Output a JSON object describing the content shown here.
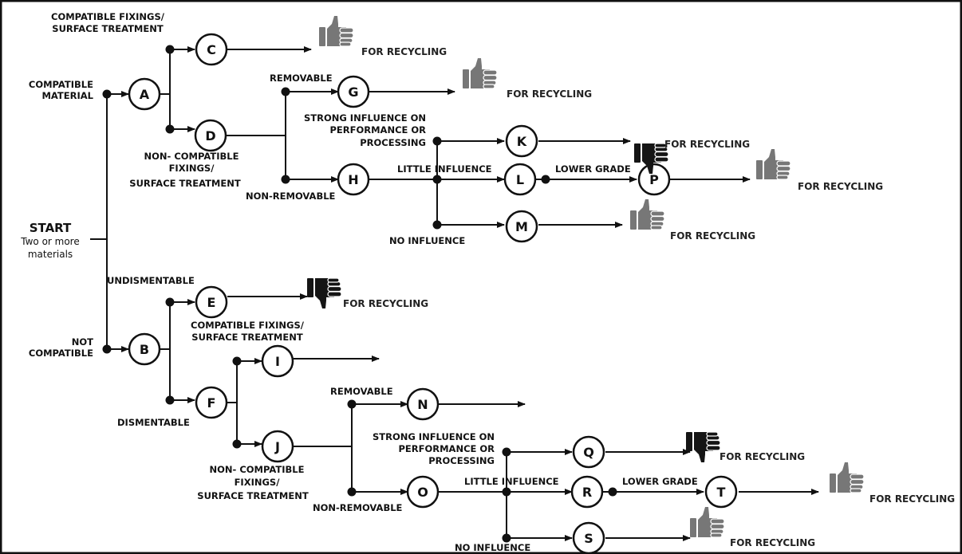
{
  "start": {
    "title": "START",
    "subtitle_lines": [
      "Two or more",
      "materials"
    ]
  },
  "nodes": [
    "A",
    "B",
    "C",
    "D",
    "E",
    "F",
    "G",
    "H",
    "I",
    "J",
    "K",
    "L",
    "M",
    "N",
    "O",
    "P",
    "Q",
    "R",
    "S",
    "T"
  ],
  "labels": {
    "compatible_material": [
      "COMPATIBLE",
      "MATERIAL"
    ],
    "not_compatible": [
      "NOT",
      "COMPATIBLE"
    ],
    "compat_fixings_top": [
      "COMPATIBLE FIXINGS/",
      "SURFACE TREATMENT"
    ],
    "non_compat_fixings_top": [
      "NON- COMPATIBLE",
      "FIXINGS/",
      "SURFACE TREATMENT"
    ],
    "removable_top": "REMOVABLE",
    "non_removable_top": "NON-REMOVABLE",
    "strong_influence_top": [
      "STRONG INFLUENCE ON",
      "PERFORMANCE OR",
      "PROCESSING"
    ],
    "little_influence_top": "LITTLE  INFLUENCE",
    "lower_grade_top": "LOWER GRADE",
    "no_influence_top": "NO INFLUENCE",
    "undismentable": "UNDISMENTABLE",
    "compat_fixings_bottom": [
      "COMPATIBLE FIXINGS/",
      "SURFACE TREATMENT"
    ],
    "dismentable": "DISMENTABLE",
    "non_compat_fixings_bottom": [
      "NON- COMPATIBLE",
      "FIXINGS/",
      "SURFACE TREATMENT"
    ],
    "removable_bottom": "REMOVABLE",
    "non_removable_bottom": "NON-REMOVABLE",
    "strong_influence_bottom": [
      "STRONG INFLUENCE ON",
      "PERFORMANCE OR",
      "PROCESSING"
    ],
    "little_influence_bottom": "LITTLE  INFLUENCE",
    "lower_grade_bottom": "LOWER GRADE",
    "no_influence_bottom": "NO INFLUENCE"
  },
  "outcome_text": "FOR RECYCLING",
  "outcomes": [
    {
      "node": "C",
      "verdict": "thumbs-up"
    },
    {
      "node": "G",
      "verdict": "thumbs-up"
    },
    {
      "node": "K",
      "verdict": "thumbs-down"
    },
    {
      "node": "P",
      "verdict": "thumbs-up"
    },
    {
      "node": "M",
      "verdict": "thumbs-up"
    },
    {
      "node": "E",
      "verdict": "thumbs-down"
    },
    {
      "node": "Q",
      "verdict": "thumbs-down"
    },
    {
      "node": "T",
      "verdict": "thumbs-up"
    },
    {
      "node": "S",
      "verdict": "thumbs-up"
    }
  ],
  "colors": {
    "thumbs_up": "#777777",
    "thumbs_down": "#151515",
    "line": "#111111"
  }
}
